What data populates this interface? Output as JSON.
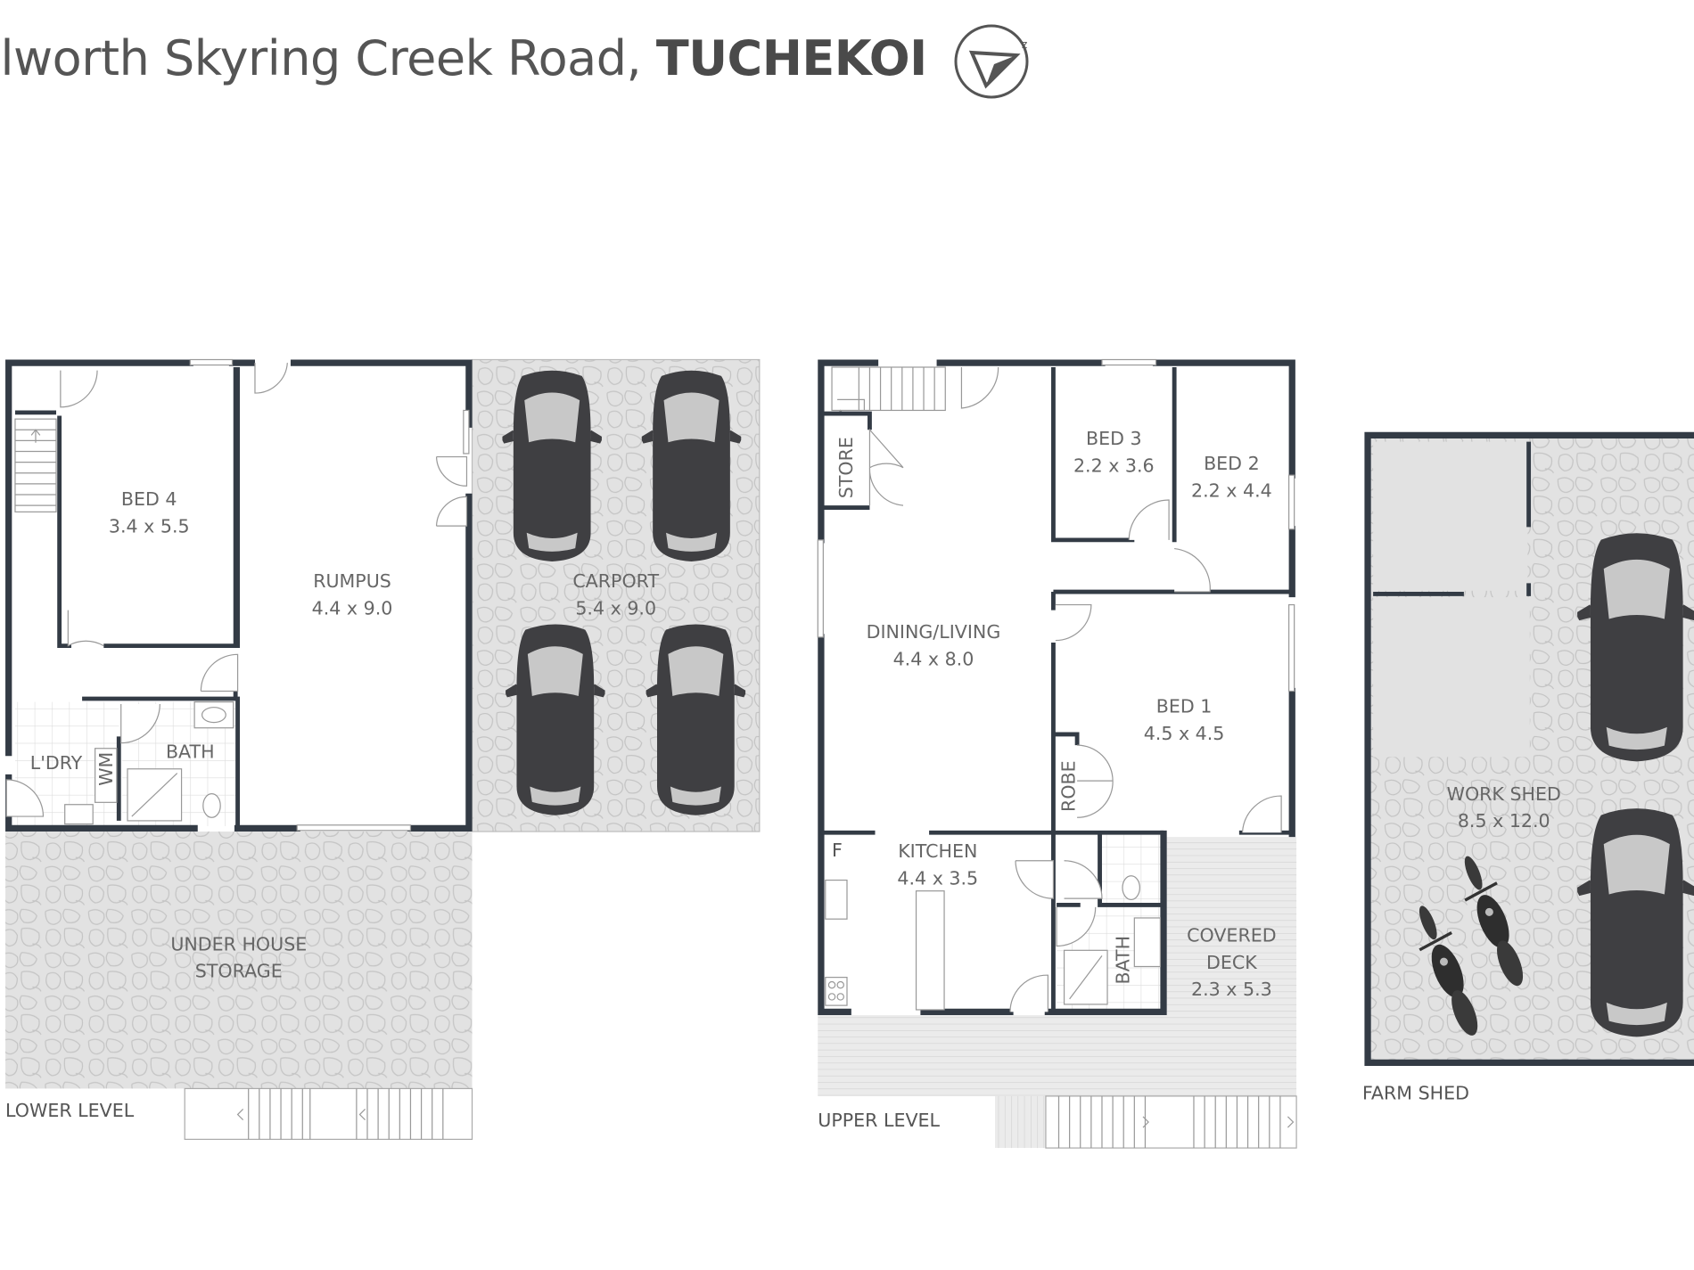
{
  "header": {
    "address_prefix": "ilworth Skyring Creek Road,",
    "suburb": "TUCHEKOI",
    "compass_icon": "north-arrow-icon"
  },
  "lower_level": {
    "label": "LOWER LEVEL",
    "rooms": [
      {
        "name": "BED 4",
        "size": "3.4 x 5.5"
      },
      {
        "name": "RUMPUS",
        "size": "4.4 x 9.0"
      },
      {
        "name": "CARPORT",
        "size": "5.4 x 9.0"
      },
      {
        "name": "L'DRY"
      },
      {
        "name": "BATH"
      },
      {
        "name": "WM"
      },
      {
        "name": "UNDER HOUSE",
        "size": "STORAGE"
      }
    ]
  },
  "upper_level": {
    "label": "UPPER LEVEL",
    "rooms": [
      {
        "name": "BED 3",
        "size": "2.2 x 3.6"
      },
      {
        "name": "BED 2",
        "size": "2.2 x 4.4"
      },
      {
        "name": "DINING/LIVING",
        "size": "4.4 x 8.0"
      },
      {
        "name": "BED 1",
        "size": "4.5 x 4.5"
      },
      {
        "name": "KITCHEN",
        "size": "4.4 x 3.5"
      },
      {
        "name": "COVERED",
        "size": "DECK",
        "extra": "2.3 x 5.3"
      },
      {
        "name": "STORE"
      },
      {
        "name": "ROBE"
      },
      {
        "name": "BATH"
      },
      {
        "name": "F"
      }
    ]
  },
  "farm_shed": {
    "label": "FARM SHED",
    "rooms": [
      {
        "name": "WORK SHED",
        "size": "8.5 x 12.0"
      }
    ]
  },
  "colors": {
    "wall": "#333b45",
    "text": "#666666",
    "texture": "#e2e2e2"
  }
}
